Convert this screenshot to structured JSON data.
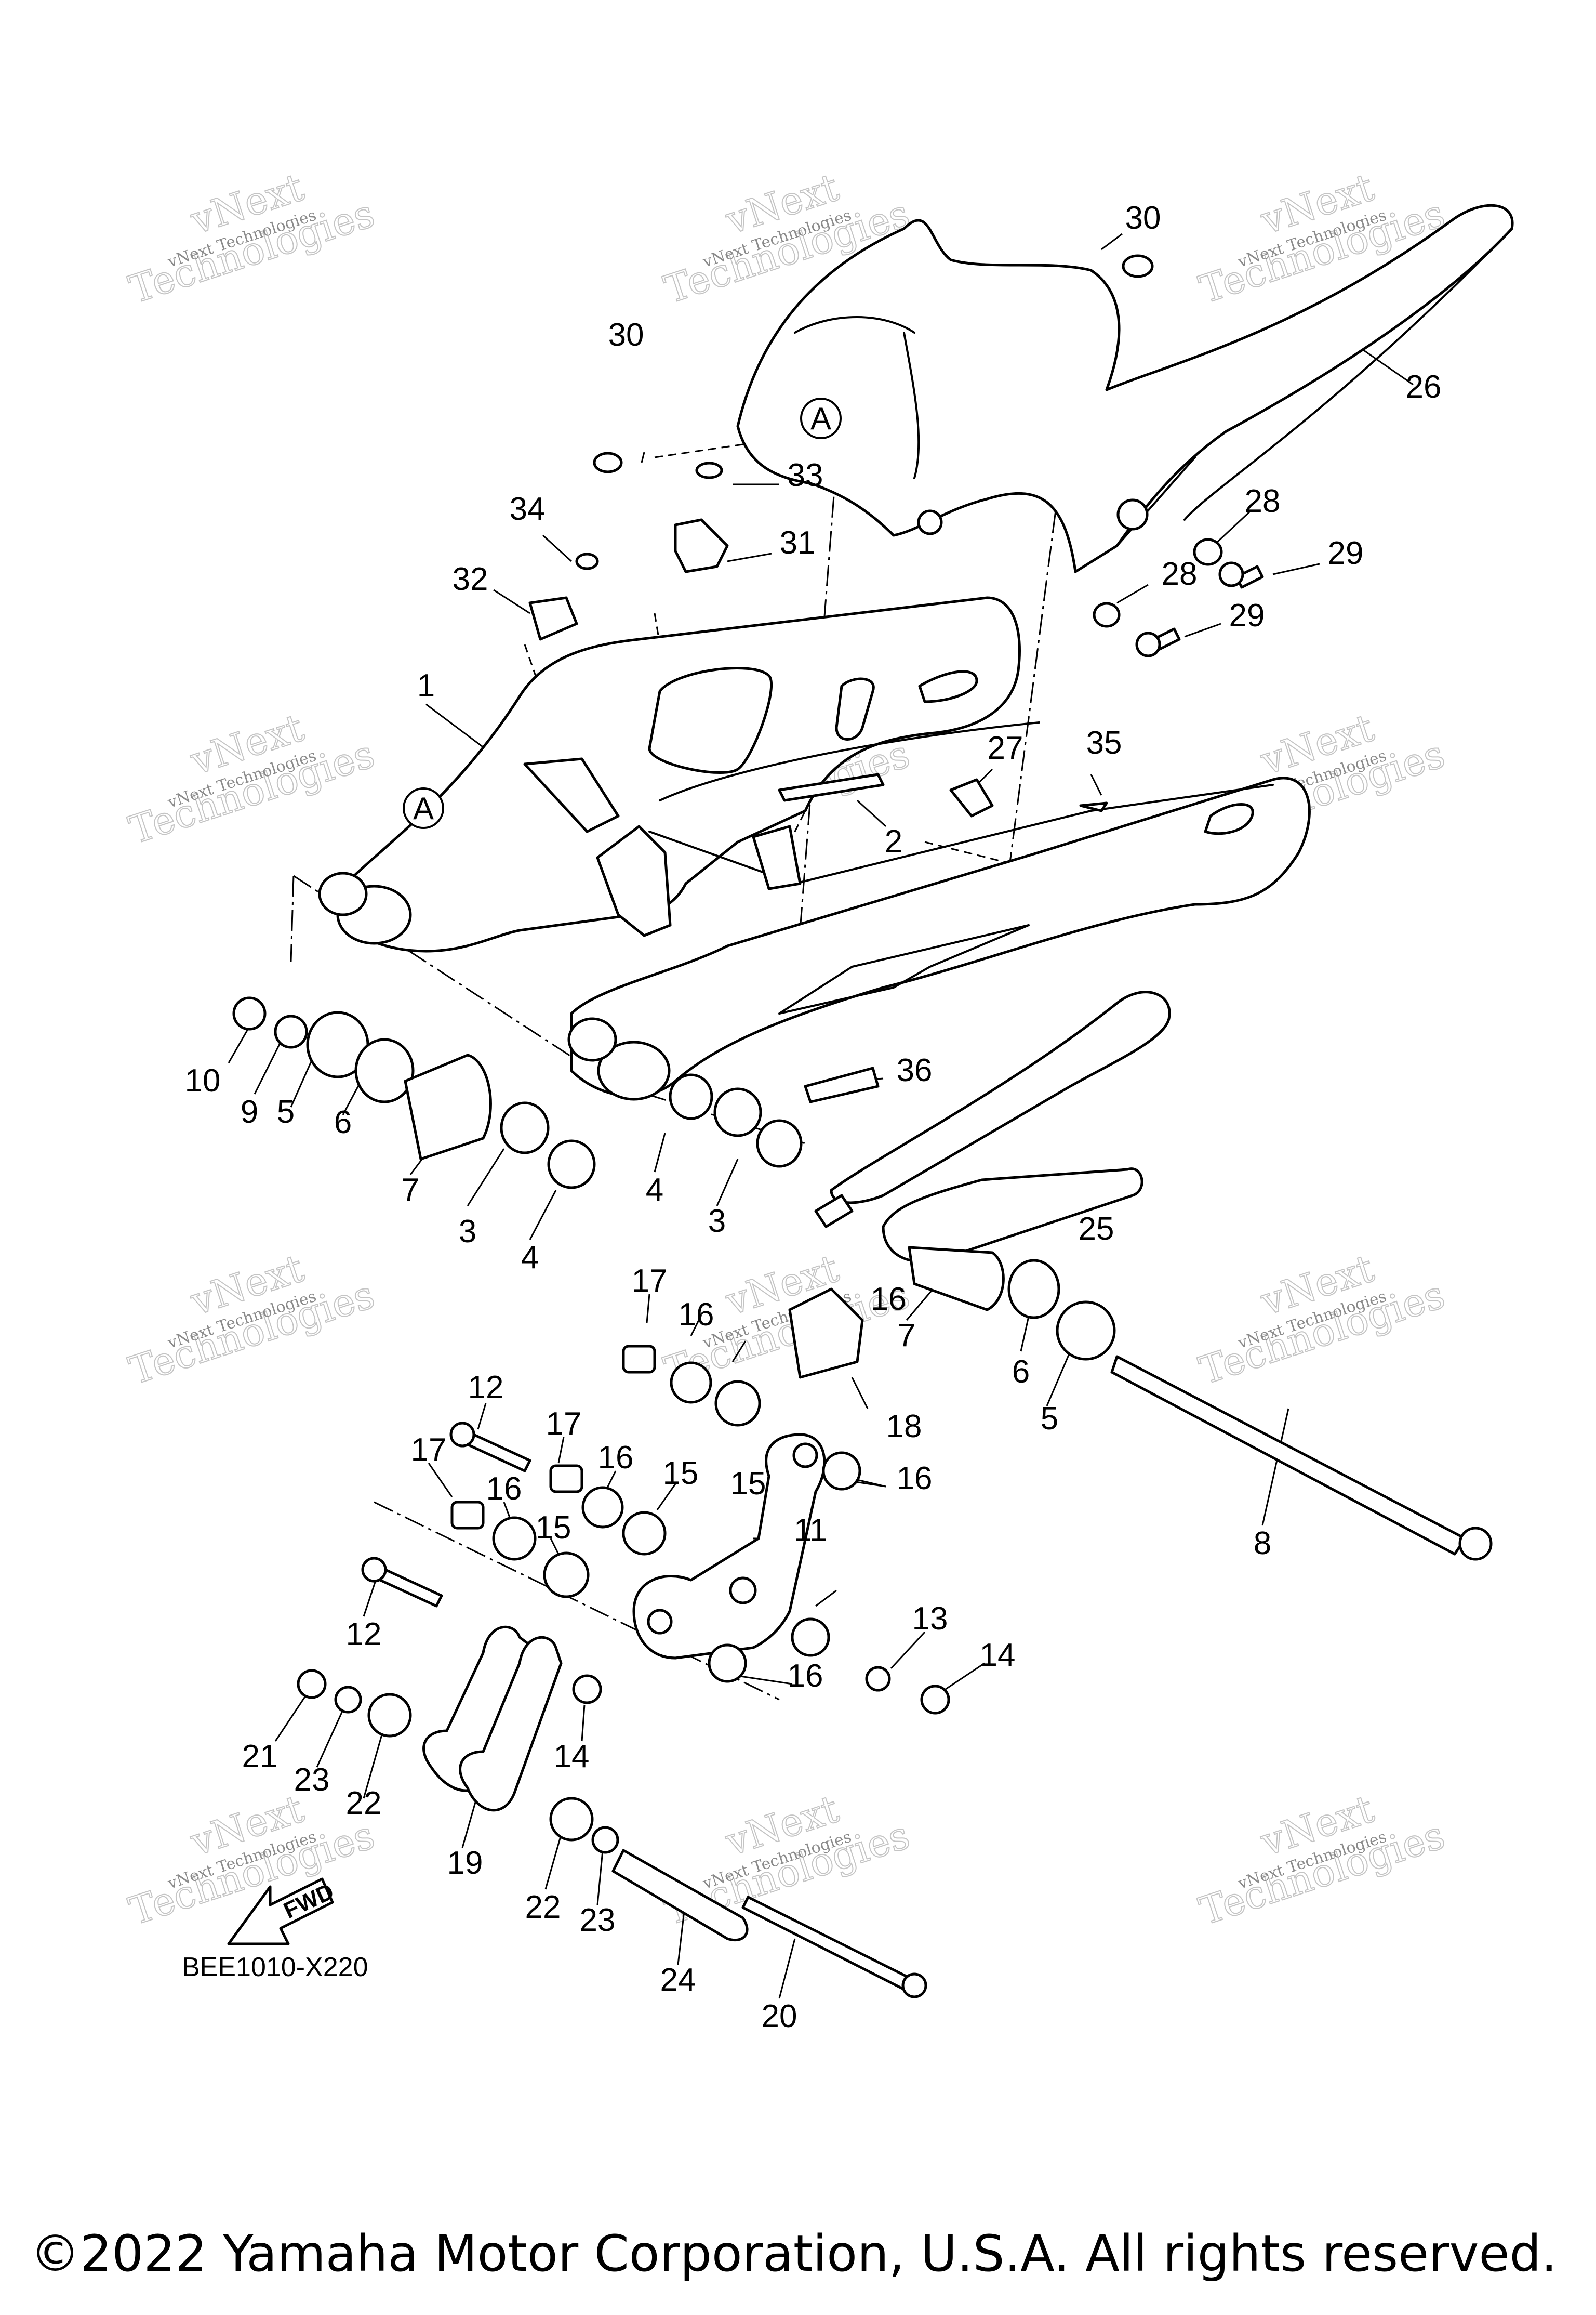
{
  "diagram": {
    "diagram_code": "BEE1010-X220",
    "copyright": "©2022 Yamaha Motor Corporation, U.S.A. All rights reserved.",
    "direction_arrow": {
      "label": "FWD",
      "icon": "fwd-arrow-icon"
    },
    "reference_marker": "A",
    "watermark": {
      "line1": "vNext",
      "line2": "Technologies",
      "overlay": "Technologies"
    },
    "callouts": [
      "1",
      "2",
      "3",
      "3",
      "4",
      "4",
      "5",
      "5",
      "6",
      "6",
      "7",
      "7",
      "8",
      "9",
      "10",
      "11",
      "12",
      "12",
      "13",
      "14",
      "14",
      "15",
      "15",
      "15",
      "16",
      "16",
      "16",
      "16",
      "16",
      "16",
      "17",
      "17",
      "17",
      "18",
      "19",
      "20",
      "21",
      "22",
      "22",
      "23",
      "23",
      "24",
      "25",
      "26",
      "27",
      "28",
      "28",
      "29",
      "29",
      "30",
      "30",
      "31",
      "32",
      "33",
      "34",
      "35",
      "36"
    ]
  }
}
